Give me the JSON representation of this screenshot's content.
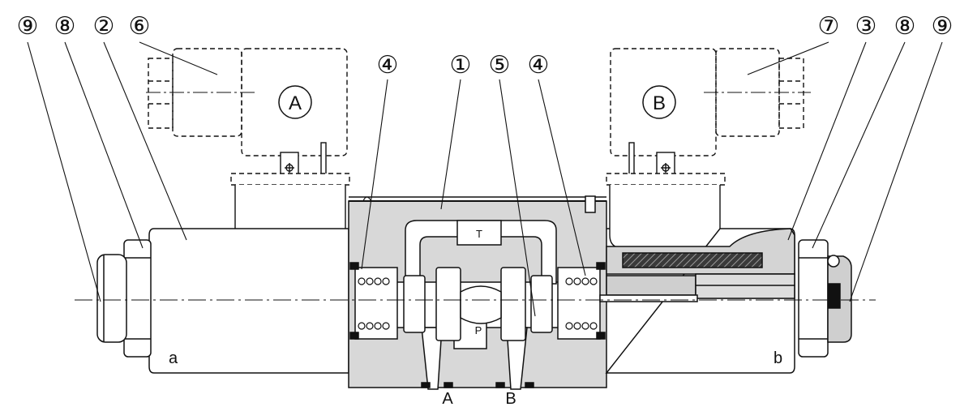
{
  "callouts": {
    "left": [
      "⑨",
      "⑧",
      "②",
      "⑥"
    ],
    "center": [
      "④",
      "①",
      "⑤",
      "④"
    ],
    "right": [
      "⑦",
      "③",
      "⑧",
      "⑨"
    ]
  },
  "solenoids": {
    "left": "A",
    "right": "B"
  },
  "ports": {
    "a": "A",
    "b": "B",
    "t": "T",
    "p": "P"
  },
  "sides": {
    "left": "a",
    "right": "b"
  }
}
